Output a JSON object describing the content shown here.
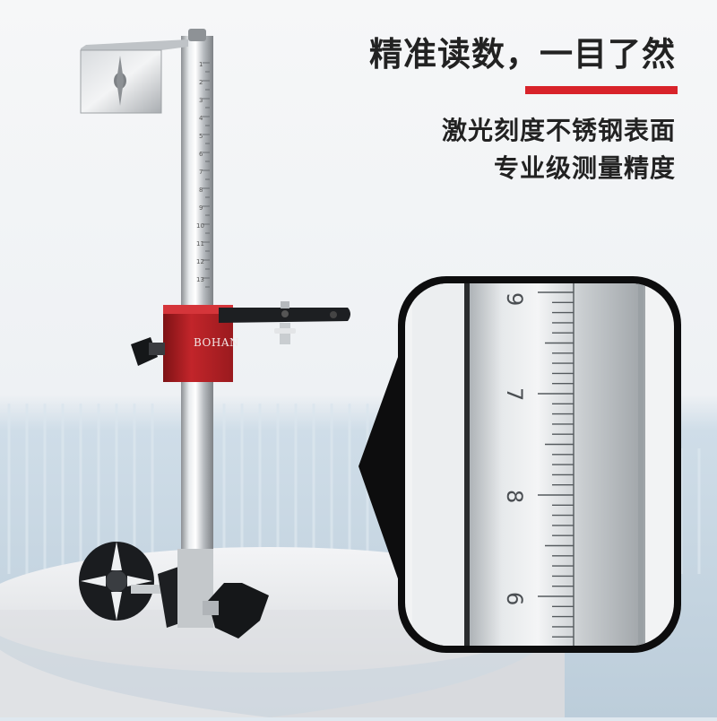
{
  "headline": "精准读数，一目了然",
  "subtitle_line1": "激光刻度不锈钢表面",
  "subtitle_line2": "专业级测量精度",
  "brand_logo_text": "BOHAN",
  "ruler_numbers_zoom": [
    "6",
    "7",
    "8",
    "9"
  ],
  "ruler_numbers_pole": [
    "1",
    "2",
    "3",
    "4",
    "5",
    "6",
    "7",
    "8",
    "9",
    "10",
    "11",
    "12",
    "13"
  ],
  "colors": {
    "accent": "#d8232a",
    "headline_text": "#222222",
    "clamp_block": "#b81f23",
    "background": "#dfe8ef"
  }
}
